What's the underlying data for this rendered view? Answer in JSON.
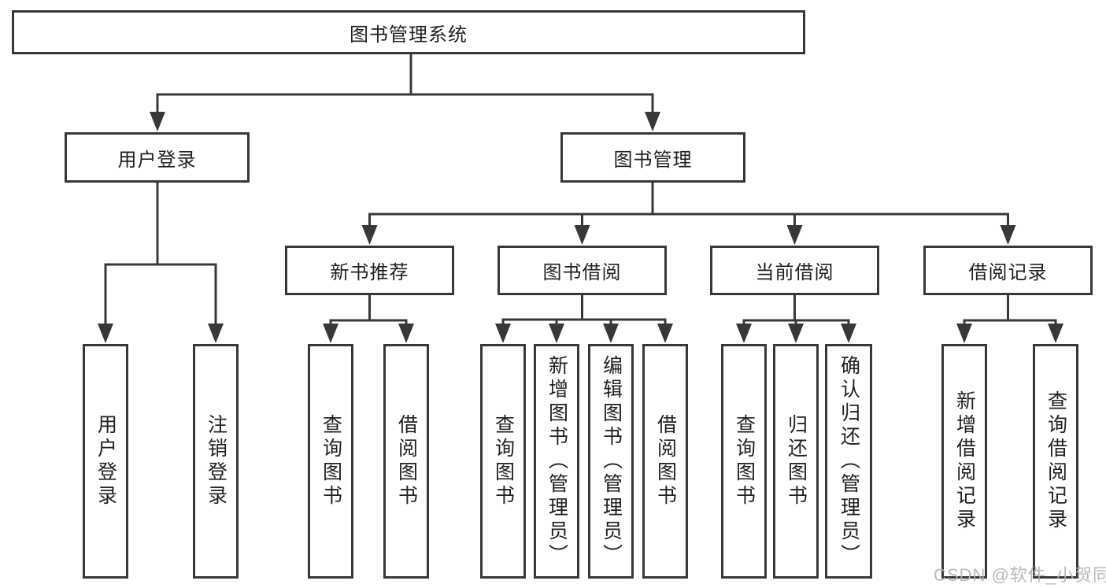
{
  "diagram": {
    "root": "图书管理系统",
    "user_login": "用户登录",
    "book_management": "图书管理",
    "new_book_recommend": "新书推荐",
    "book_borrow": "图书借阅",
    "current_borrow": "当前借阅",
    "borrow_record": "借阅记录",
    "leaves": {
      "user_login_leaf": "用户登录",
      "logout": "注销登录",
      "nb_query_book": "查询图书",
      "nb_borrow_book": "借阅图书",
      "bb_query_book": "查询图书",
      "bb_add_book": "新增图书（管理员）",
      "bb_edit_book": "编辑图书（管理员）",
      "bb_borrow_book": "借阅图书",
      "cb_query_book": "查询图书",
      "cb_return_book": "归还图书",
      "cb_confirm_return": "确认归还（管理员）",
      "br_add_record": "新增借阅记录",
      "br_query_record": "查询借阅记录"
    }
  },
  "watermark": "CSDN @软件_小贺同学",
  "colors": {
    "line": "#383838",
    "text": "#212121",
    "watermark": "#b3b3b3",
    "background": "#ffffff"
  }
}
